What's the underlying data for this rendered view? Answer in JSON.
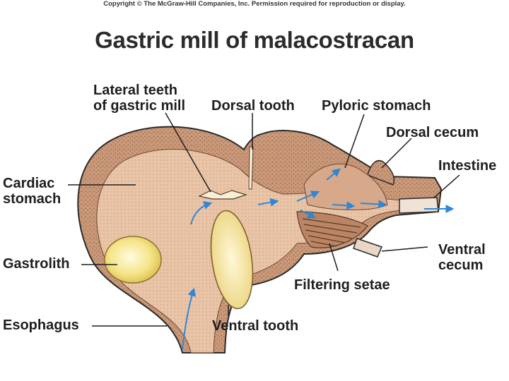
{
  "copyright": "Copyright © The McGraw-Hill Companies, Inc. Permission required for reproduction or display.",
  "title": "Gastric mill of malacostracan",
  "labels": {
    "lateral_teeth_line1": "Lateral teeth",
    "lateral_teeth_line2": "of gastric mill",
    "dorsal_tooth": "Dorsal tooth",
    "pyloric_stomach": "Pyloric stomach",
    "dorsal_cecum": "Dorsal cecum",
    "intestine": "Intestine",
    "cardiac_line1": "Cardiac",
    "cardiac_line2": "stomach",
    "gastrolith": "Gastrolith",
    "ventral_cecum_line1": "Ventral",
    "ventral_cecum_line2": "cecum",
    "filtering_setae": "Filtering setae",
    "esophagus": "Esophagus",
    "ventral_tooth": "Ventral tooth"
  },
  "colors": {
    "tissue": "#c99878",
    "tissue_dark": "#a06e50",
    "lumen": "#e9c4a6",
    "gastrolith": "#f3e27a",
    "flow_arrow": "#2f86d6",
    "outline": "#2a2a2a"
  }
}
